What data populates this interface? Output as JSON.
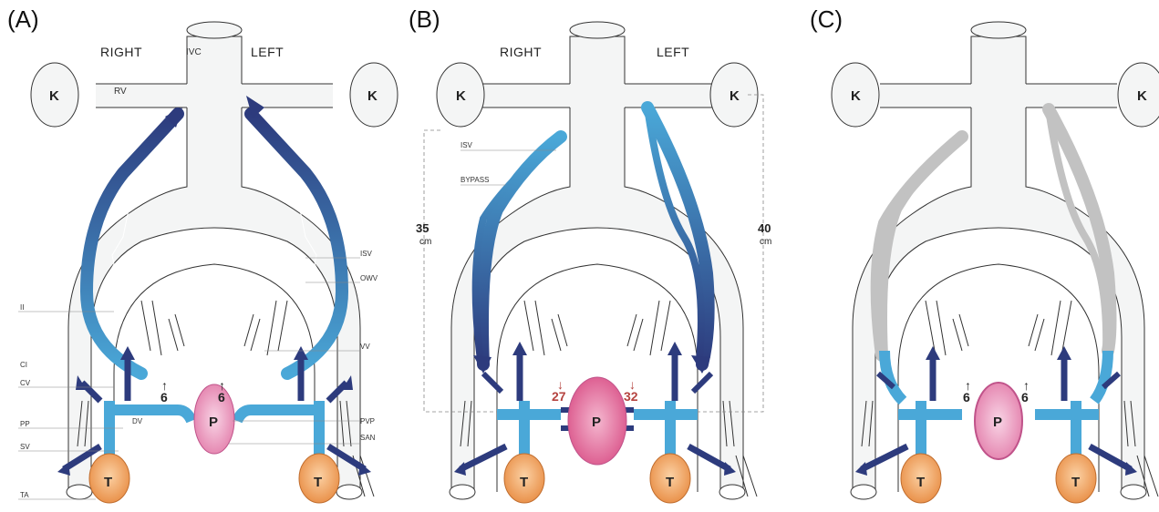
{
  "panels": [
    {
      "letter": "(A)",
      "right_label": "RIGHT",
      "left_label": "LEFT",
      "ivc_label": "IVC",
      "kidney": "K",
      "rv_label": "RV",
      "prostate": "P",
      "testis": "T",
      "flow_left": "6",
      "flow_right": "6",
      "labels": {
        "isv": "ISV",
        "owv": "OWV",
        "ii": "II",
        "vv": "VV",
        "ci": "CI",
        "cv": "CV",
        "pvp": "PVP",
        "dv": "DV",
        "pp": "PP",
        "san": "SAN",
        "sv": "SV",
        "ta": "TA"
      }
    },
    {
      "letter": "(B)",
      "right_label": "RIGHT",
      "left_label": "LEFT",
      "kidney": "K",
      "prostate": "P",
      "testis": "T",
      "isv_label": "ISV",
      "bypass_label": "BYPASS",
      "dist_right": "35",
      "dist_left": "40",
      "unit": "cm",
      "flow_left": "27",
      "flow_right": "32"
    },
    {
      "letter": "(C)",
      "kidney": "K",
      "prostate": "P",
      "testis": "T",
      "flow_left": "6",
      "flow_right": "6"
    }
  ],
  "colors": {
    "vein_fill": "#f4f5f5",
    "dark_blue": "#2d3b7d",
    "light_blue": "#4aa8d8",
    "prostate": "#e7a7c4",
    "testis": "#eea463",
    "gray_vessel": "#c2c2c2",
    "red_number": "#b5433f"
  },
  "icons": [
    "up-arrow-icon",
    "down-arrow-icon"
  ],
  "arrow_up": "↑",
  "arrow_down": "↓"
}
